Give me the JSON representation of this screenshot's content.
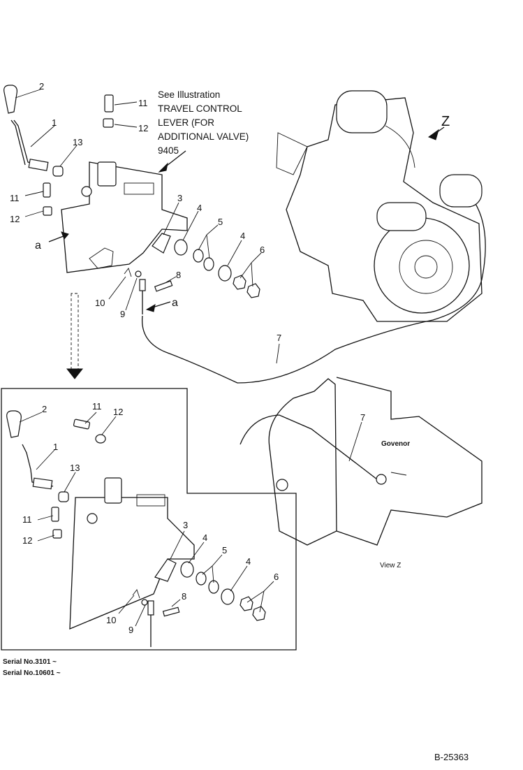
{
  "note": {
    "line1": "See Illustration",
    "line2": "TRAVEL CONTROL",
    "line3": "LEVER (FOR",
    "line4": "ADDITIONAL VALVE)",
    "line5": "9405"
  },
  "labels": {
    "z": "Z",
    "view_z": "View  Z",
    "governor": "Govenor",
    "arrow_a": "a"
  },
  "callouts_top": [
    "2",
    "1",
    "13",
    "11",
    "12",
    "11",
    "12",
    "3",
    "4",
    "5",
    "4",
    "6",
    "8",
    "10",
    "9",
    "7"
  ],
  "callouts_bottom": [
    "2",
    "11",
    "12",
    "1",
    "13",
    "11",
    "12",
    "3",
    "4",
    "5",
    "4",
    "6",
    "8",
    "10",
    "9",
    "7"
  ],
  "serial": {
    "line1": "Serial No.3101 ~",
    "line2": "Serial No.10601 ~"
  },
  "figure_id": "B-25363"
}
